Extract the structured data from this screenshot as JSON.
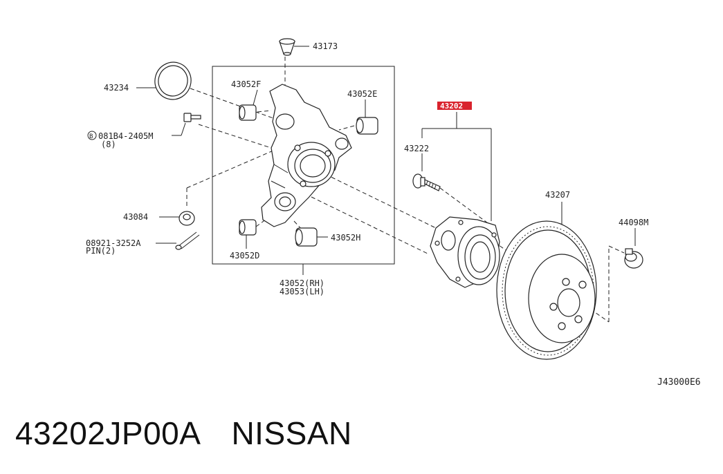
{
  "labels": {
    "p43173": "43173",
    "p43234": "43234",
    "p43052F": "43052F",
    "p43052E": "43052E",
    "bolt_code": "081B4-2405M",
    "bolt_circle": "B",
    "bolt_qty": "(8)",
    "p43084": "43084",
    "pin_code": "08921-3252A",
    "pin_text": "PIN(2)",
    "p43052D": "43052D",
    "p43052H": "43052H",
    "knuckle_rh": "43052(RH)",
    "knuckle_lh": "43053(LH)",
    "p43202": "43202",
    "p43222": "43222",
    "p43207": "43207",
    "p44098M": "44098M",
    "ref_code": "J43000E6"
  },
  "caption": {
    "part_number": "43202JP00A",
    "brand": "NISSAN"
  },
  "colors": {
    "highlight": "#d9232d",
    "ink": "#222222"
  }
}
